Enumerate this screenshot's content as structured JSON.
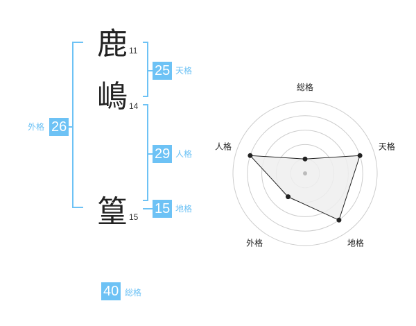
{
  "name_chars": [
    {
      "char": "鹿",
      "strokes": "11"
    },
    {
      "char": "嶋",
      "strokes": "14"
    },
    {
      "char": "篁",
      "strokes": "15"
    }
  ],
  "fortune": {
    "tenkaku": {
      "value": "25",
      "label": "天格"
    },
    "jinkaku": {
      "value": "29",
      "label": "人格"
    },
    "chikaku": {
      "value": "15",
      "label": "地格"
    },
    "gaikaku": {
      "value": "26",
      "label": "外格"
    },
    "soukaku": {
      "value": "40",
      "label": "総格"
    }
  },
  "chart_data": {
    "type": "radar",
    "axes": [
      "総格",
      "天格",
      "地格",
      "外格",
      "人格"
    ],
    "values": [
      1,
      4,
      4,
      2,
      4
    ],
    "max": 5,
    "rings": 5,
    "colors": {
      "line": "#222222",
      "fill": "#eeeeee",
      "grid": "#cccccc",
      "center": "#bbbbbb"
    }
  }
}
